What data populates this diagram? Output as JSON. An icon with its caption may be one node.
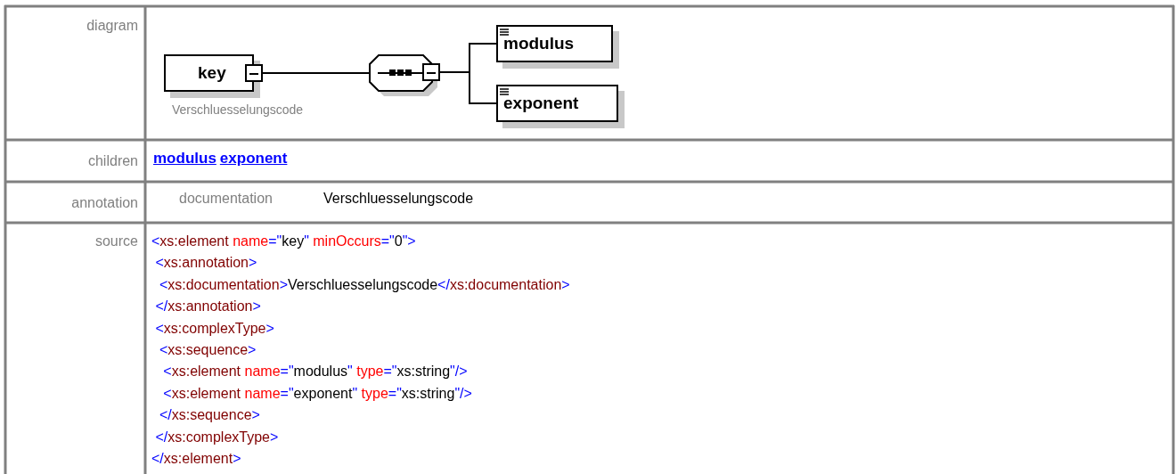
{
  "diagram": {
    "nodes": [
      {
        "text": [
          "key"
        ],
        "beside": [
          "Verschluesselungscode"
        ]
      },
      {
        "text": [],
        "shape": "octagon"
      },
      {
        "text": [
          "modulus"
        ]
      },
      {
        "text": [
          "exponent"
        ]
      }
    ],
    "edges": [
      {
        "from": 0,
        "to": 1,
        "arrow": "none"
      },
      {
        "from": 1,
        "to": 2,
        "arrow": "none"
      },
      {
        "from": 1,
        "to": 3,
        "arrow": "none"
      }
    ],
    "labels": [
      "diagram",
      "children",
      "modulus",
      "exponent",
      "annotation",
      "documentation",
      "Verschluesselungscode",
      "source",
      "<xs:element name=\"key\" minOccurs=\"0\">",
      " <xs:annotation>",
      "  <xs:documentation>Verschluesselungscode</xs:documentation>",
      " </xs:annotation>",
      " <xs:complexType>",
      "  <xs:sequence>",
      "   <xs:element name=\"modulus\" type=\"xs:string\"/>",
      "   <xs:element name=\"exponent\" type=\"xs:string\"/>",
      "  </xs:sequence>",
      " </xs:complexType>",
      "</xs:element>"
    ]
  }
}
